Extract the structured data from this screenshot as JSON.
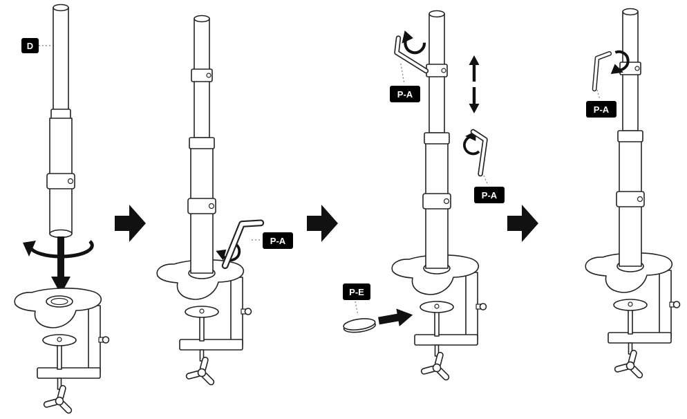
{
  "figure": {
    "kind": "assembly-instruction-diagram",
    "background": "#ffffff",
    "line_color": "#222222",
    "icon_color": "#111111",
    "label_style": {
      "background": "#000000",
      "text_color": "#ffffff"
    },
    "step_separator_icon": "right-block-arrow-icon",
    "steps": [
      {
        "index": 1,
        "callouts": [
          {
            "code": "D",
            "type": "part-label",
            "points_to": "pole"
          }
        ],
        "icons": [
          "rotate-arrow-icon",
          "insert-down-arrow-icon"
        ],
        "parts_shown": [
          "pole",
          "desk-clamp-base"
        ]
      },
      {
        "index": 2,
        "callouts": [
          {
            "code": "P-A",
            "type": "tool-label",
            "points_to": "hex-key-base"
          }
        ],
        "icons": [
          "rotate-arrow-icon"
        ],
        "parts_shown": [
          "pole-mounted-on-base",
          "hex-key"
        ]
      },
      {
        "index": 3,
        "callouts": [
          {
            "code": "P-A",
            "type": "tool-label",
            "points_to": "hex-key-top-collar"
          },
          {
            "code": "P-A",
            "type": "tool-label",
            "points_to": "hex-key-mid-collar"
          },
          {
            "code": "P-E",
            "type": "part-label",
            "points_to": "spacer-pad"
          }
        ],
        "icons": [
          "rotate-arrow-icon",
          "up-down-arrow-icon",
          "rotate-arrow-icon",
          "insert-arrow-icon"
        ],
        "parts_shown": [
          "pole-mounted-on-base",
          "hex-key",
          "spacer-pad"
        ]
      },
      {
        "index": 4,
        "callouts": [
          {
            "code": "P-A",
            "type": "tool-label",
            "points_to": "hex-key-top-collar"
          }
        ],
        "icons": [
          "rotate-arrow-icon"
        ],
        "parts_shown": [
          "pole-mounted-on-base",
          "hex-key"
        ]
      }
    ]
  }
}
